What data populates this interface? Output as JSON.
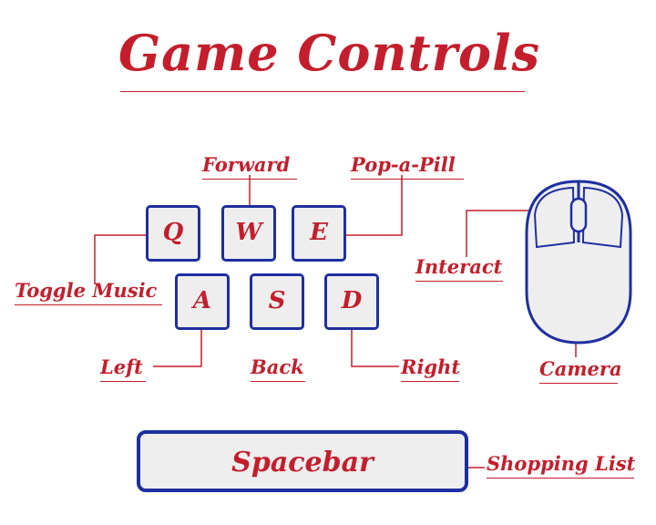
{
  "title": "Game Controls",
  "keys": {
    "q": "Q",
    "w": "W",
    "e": "E",
    "a": "A",
    "s": "S",
    "d": "D",
    "spacebar": "Spacebar"
  },
  "labels": {
    "forward": "Forward",
    "pop_a_pill": "Pop-a-Pill",
    "toggle_music": "Toggle Music",
    "left": "Left",
    "back": "Back",
    "right": "Right",
    "interact": "Interact",
    "camera": "Camera",
    "shopping_list": "Shopping List"
  },
  "colors": {
    "text": "#c41e2c",
    "key_border": "#1e2fa0",
    "key_fill": "#eeeeee"
  }
}
